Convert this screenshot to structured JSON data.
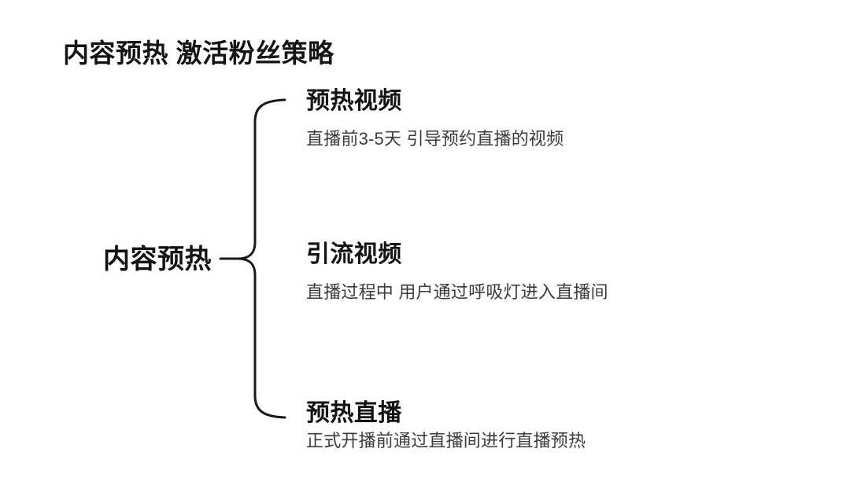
{
  "slide": {
    "title": "内容预热 激活粉丝策略",
    "background_color": "#ffffff",
    "text_color": "#131313",
    "description_color": "#3b3b3b",
    "line_color": "#1a1a1a"
  },
  "diagram": {
    "root": {
      "label": "内容预热"
    },
    "connector": {
      "type": "curly-brace",
      "orientation": "right"
    },
    "branches": [
      {
        "title": "预热视频",
        "description": "直播前3-5天 引导预约直播的视频"
      },
      {
        "title": "引流视频",
        "description": "直播过程中 用户通过呼吸灯进入直播间"
      },
      {
        "title": "预热直播",
        "description": "正式开播前通过直播间进行直播预热"
      }
    ]
  }
}
